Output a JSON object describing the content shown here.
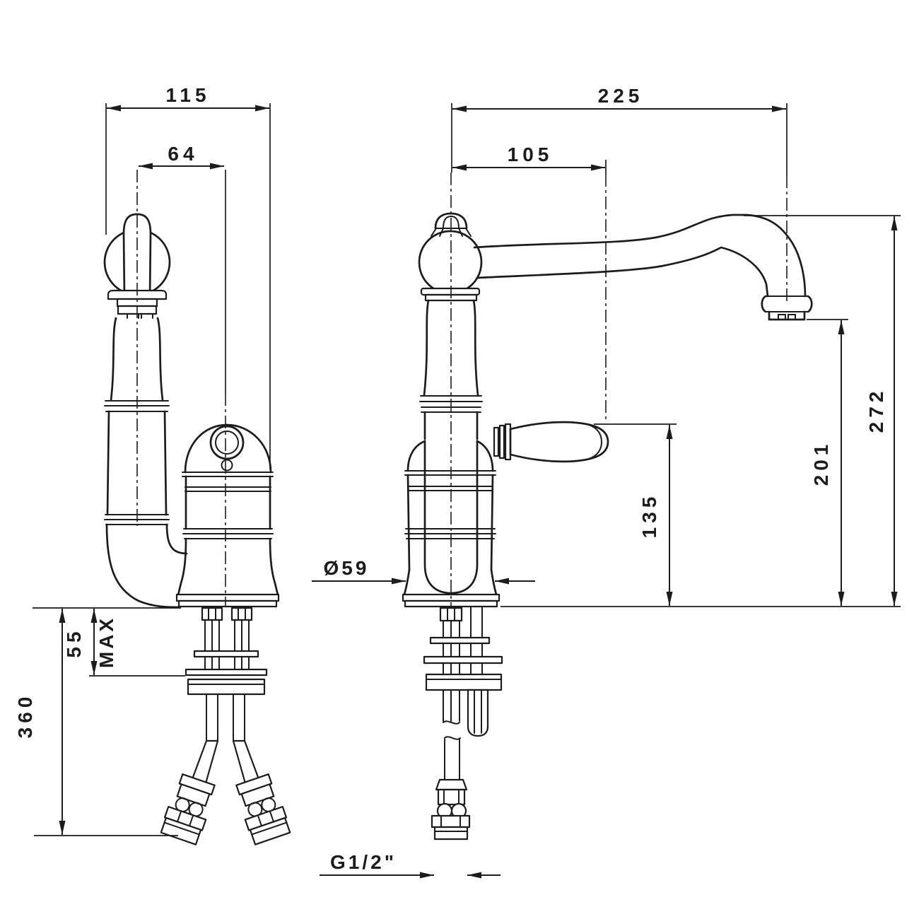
{
  "meta": {
    "background": "#ffffff",
    "line_color": "#1c1c1c"
  },
  "dimensions": {
    "side_overall_depth": "115",
    "side_outlet_offset": "64",
    "front_overall_reach": "225",
    "front_handle_reach": "105",
    "spout_top_height": "272",
    "outlet_height": "201",
    "handle_top_height": "135",
    "base_diameter": "Ø59",
    "max_deck_thickness_value": "55",
    "max_deck_thickness_suffix": "MAX",
    "supply_hose_drop": "360",
    "inlet_thread": "G1/2\""
  }
}
